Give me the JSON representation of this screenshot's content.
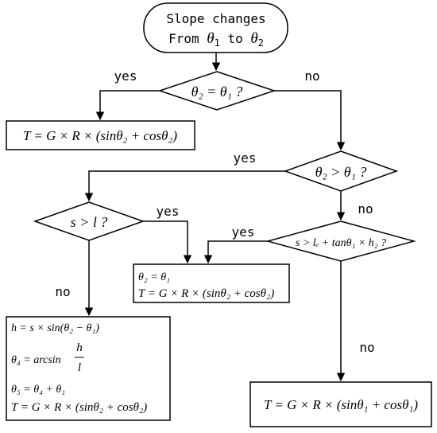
{
  "start": {
    "line1": "Slope changes",
    "line2_prefix": "From ",
    "line2_theta1": "θ",
    "line2_sub1": "1",
    "line2_mid": " to ",
    "line2_theta2": "θ",
    "line2_sub2": "2"
  },
  "decisions": {
    "d1": "θ₂ = θ₁ ?",
    "d2": "θ₂ > θ₁ ?",
    "d3": "s > l ?",
    "d4": "s > lₑ + tanθ₁ × h₂ ?"
  },
  "processes": {
    "p1": "T = G × R × (sinθ₂ + cosθ₂)",
    "p2": {
      "line1": "θ₂ = θ₁",
      "line2": "T = G × R × (sinθ₂ + cosθ₂)"
    },
    "p3": {
      "line1": "h = s × sin(θ₂ − θ₁)",
      "line2_prefix": "θ₄ = arcsin",
      "line2_num": "h",
      "line2_den": "l",
      "line3": "θ₅ = θ₄ + θ₁",
      "line4": "T = G × R × (sinθ₂ + cosθ₂)"
    },
    "p4": "T = G × R × (sinθ₁ + cosθ₁)"
  },
  "edge_labels": {
    "d1_yes": "yes",
    "d1_no": "no",
    "d2_yes": "yes",
    "d2_no": "no",
    "d3_yes": "yes",
    "d3_no": "no",
    "d4_yes": "yes",
    "d4_no": "no"
  }
}
